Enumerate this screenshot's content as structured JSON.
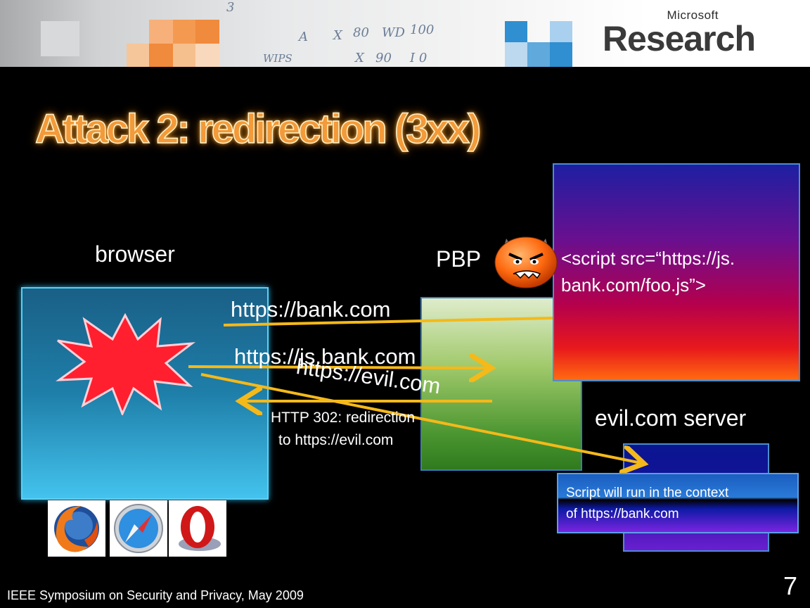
{
  "header": {
    "brand_small": "Microsoft",
    "brand_big": "Research",
    "sketch_marks": [
      "A",
      "X",
      "80",
      "WD",
      "100",
      "WIPS",
      "X",
      "90",
      "I 0",
      "3"
    ]
  },
  "title": "Attack 2: redirection (3xx)",
  "diagram": {
    "browser_label": "browser",
    "pbp_label": "PBP",
    "evil_server_label": "evil.com  server",
    "url_bank": "https://bank.com",
    "url_js_bank": "https://js.bank.com",
    "url_evil": "https://evil.com",
    "redirect_line1": "HTTP 302: redirection",
    "redirect_line2": "to https://evil.com",
    "script_line1": "<script src=“https://js.",
    "script_line2": "bank.com/foo.js”>",
    "note_line1": "Script will run in the context",
    "note_line2": "of https://bank.com",
    "browser_icons": [
      "firefox-icon",
      "safari-icon",
      "opera-icon"
    ],
    "attacker_icon": "angry-devil-face-icon"
  },
  "footer": {
    "venue": "IEEE Symposium on Security and Privacy, May 2009",
    "page_number": "7"
  },
  "colors": {
    "title": "#f39a3a",
    "arrow": "#f5b91a",
    "burst": "#ff1f2f"
  }
}
